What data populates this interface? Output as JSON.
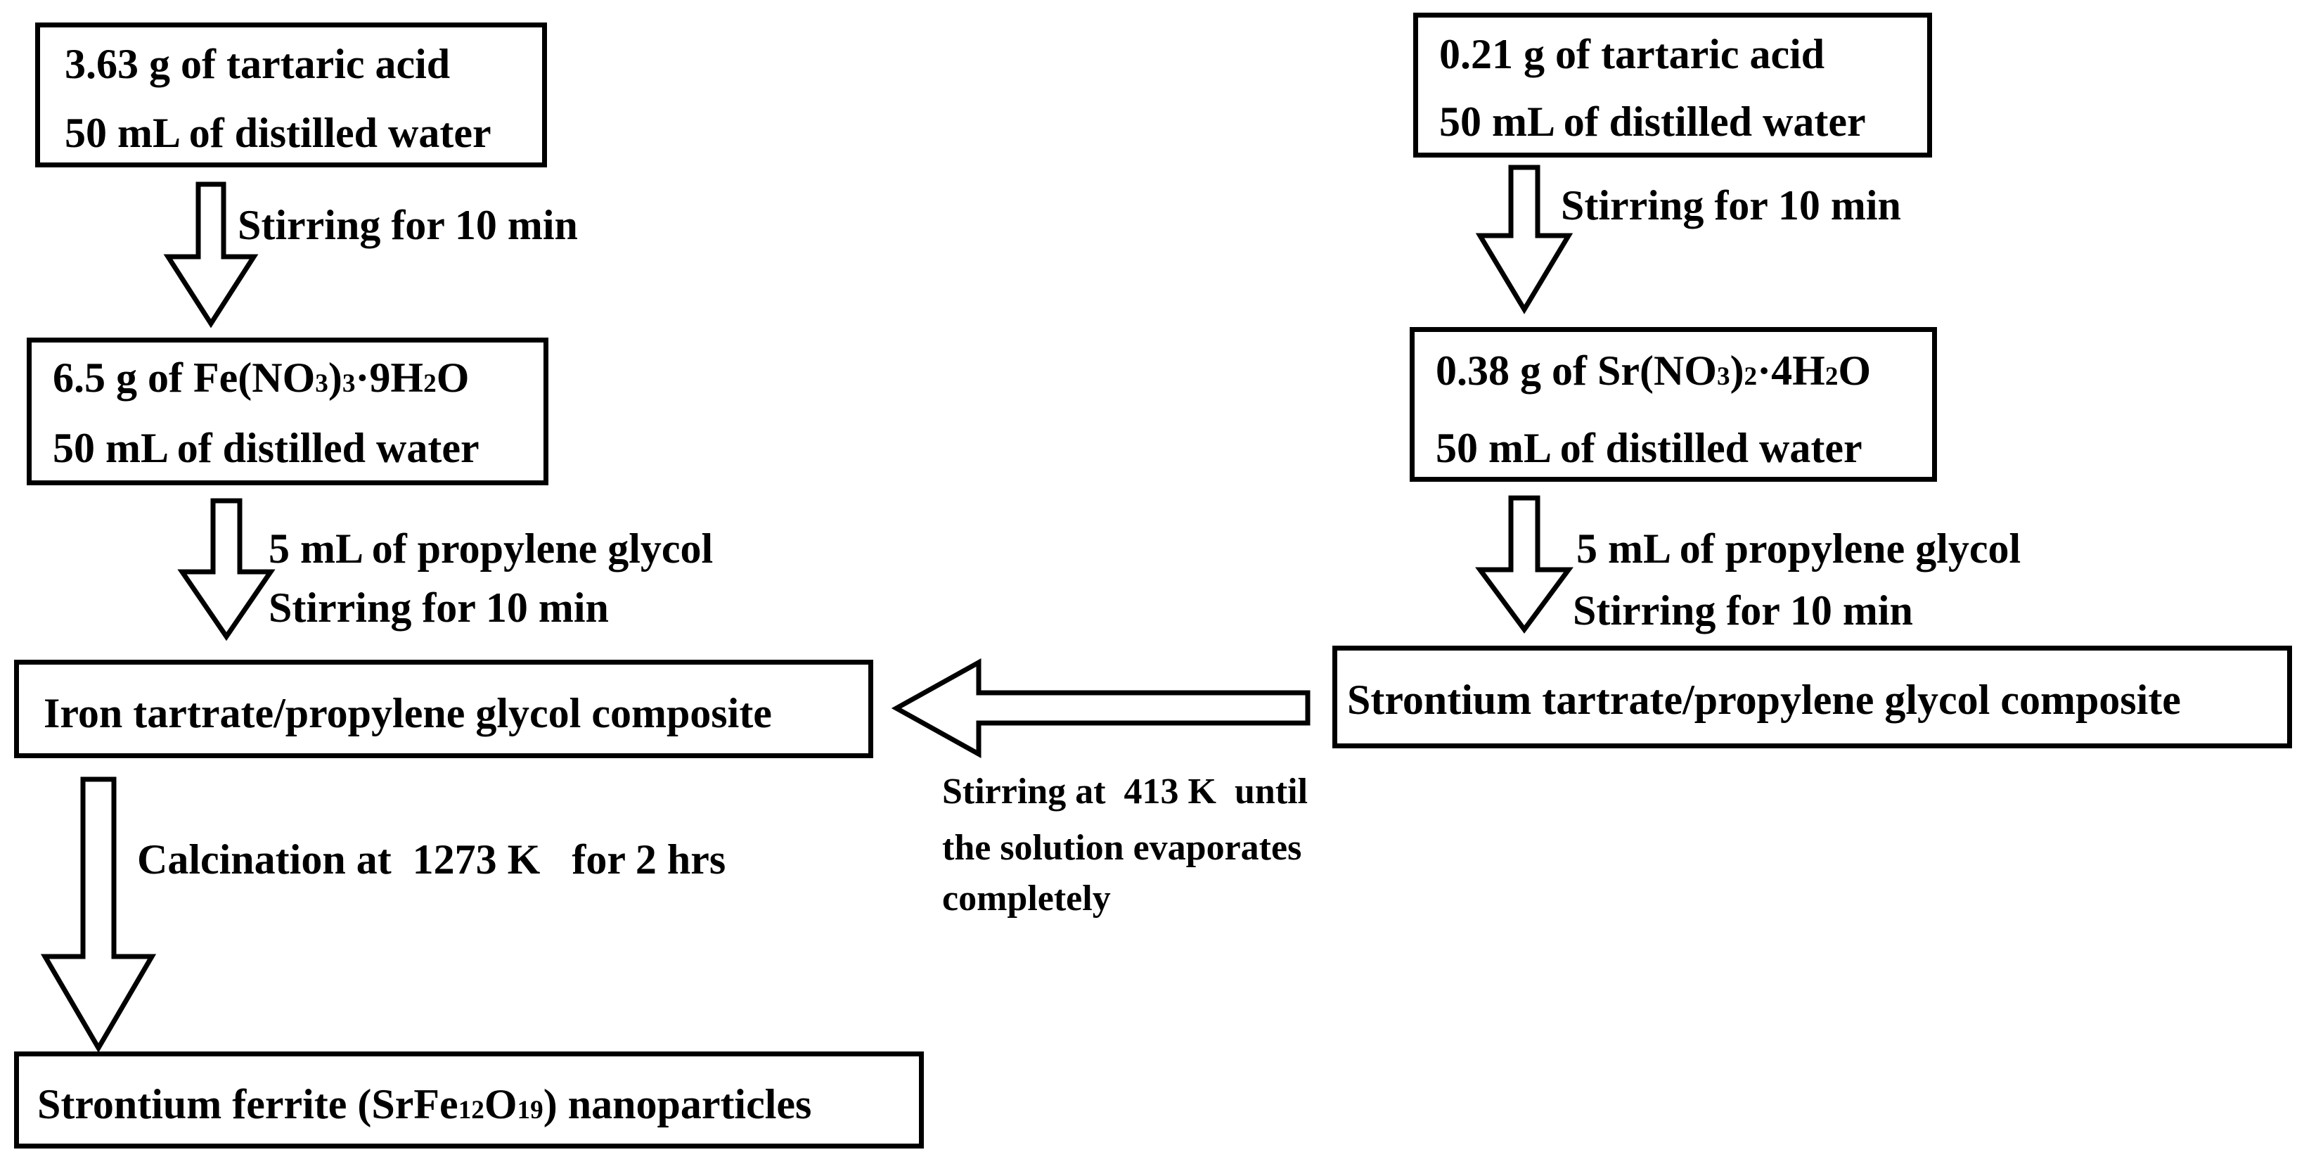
{
  "left_column": {
    "box1": {
      "line1": "3.63 g of tartaric acid",
      "line2": "50 mL of distilled water"
    },
    "step1": "Stirring for 10 min",
    "box2": {
      "line1_prefix": "6.5 g of Fe(NO",
      "line1_sub1": "3",
      "line1_mid": ")",
      "line1_sub2": "3",
      "line1_mid2": "·9H",
      "line1_sub3": "2",
      "line1_suffix": "O",
      "line2": "50 mL of distilled water"
    },
    "step2_line1": "5 mL of propylene glycol",
    "step2_line2": "Stirring for 10 min",
    "box3": "Iron tartrate/propylene glycol composite",
    "step3": "Calcination at  1273 K   for 2 hrs",
    "box4": {
      "prefix": "Strontium ferrite (SrFe",
      "sub1": "12",
      "mid": "O",
      "sub2": "19",
      "suffix": ") nanoparticles"
    }
  },
  "right_column": {
    "box1": {
      "line1": "0.21 g of tartaric acid",
      "line2": "50 mL of distilled water"
    },
    "step1": "Stirring for 10 min",
    "box2": {
      "line1_prefix": "0.38 g of Sr(NO",
      "line1_sub1": "3",
      "line1_mid": ")",
      "line1_sub2": "2",
      "line1_mid2": "·4H",
      "line1_sub3": "2",
      "line1_suffix": "O",
      "line2": "50 mL of distilled water"
    },
    "step2_line1": "5 mL of propylene glycol",
    "step2_line2": "Stirring for 10 min",
    "box3": "Strontium tartrate/propylene glycol composite"
  },
  "merge": {
    "line1": "Stirring at  413 K  until",
    "line2": "the solution evaporates",
    "line3": "completely"
  }
}
